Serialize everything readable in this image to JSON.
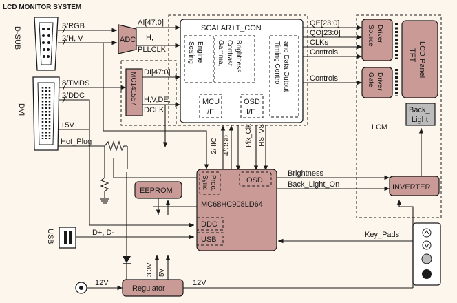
{
  "title": "LCD MONITOR SYSTEM",
  "connectors": {
    "dsub": "D-SUB",
    "dvi": "DVI",
    "usb": "USB"
  },
  "blocks": {
    "adc": "ADC",
    "mc141557": "MC141557",
    "scalar": "SCALAR+T_CON",
    "scaling": [
      "Scaling",
      "Engine"
    ],
    "gamma": [
      "Gamma,",
      "Contrast,",
      "Brightness"
    ],
    "timing": [
      "Timing Control",
      "and Data Output"
    ],
    "mcu_if": [
      "MCU",
      "I/F"
    ],
    "osd_if": [
      "OSD",
      "I/F"
    ],
    "source_driver": [
      "Source",
      "Driver"
    ],
    "gate_driver": [
      "Gate",
      "Driver"
    ],
    "tft": [
      "TFT",
      "LCD Panel"
    ],
    "back_light": [
      "Back_",
      "Light"
    ],
    "lcm": "LCM",
    "mcu": "MC68HC908LD64",
    "sync_proc": [
      "Sync",
      "Proc."
    ],
    "osd": "OSD",
    "ddc": "DDC",
    "usb_block": "USB",
    "eeprom": "EEPROM",
    "inverter": "INVERTER",
    "regulator": "Regulator"
  },
  "signals": {
    "rgb": "3/RGB",
    "hv": "2/H, V",
    "tmds": "8/TMDS",
    "ddc": "2/DDC",
    "plus5v": "+5V",
    "hot_plug": "Hot_Plug",
    "ai": "AI[47:0]",
    "h_pllclk": [
      "H,",
      "PLLCLK"
    ],
    "di": "DI[47:0]",
    "hvde": "H,V,DE,",
    "dclk": "DCLK",
    "qe": "QE[23:0]",
    "qo": "QO[23:0]",
    "clks": "CLKs",
    "controls_top": "Controls",
    "controls_gate": "Controls",
    "iic": "2/ IIC",
    "osd4": "4/OSD",
    "pix_clk": "Pix_Clk",
    "hs_vs": "HS, VS",
    "brightness": "Brightness",
    "back_light_on": "Back_Light_On",
    "usb_dpm": "D+, D-",
    "key_pads": "Key_Pads",
    "v33": "3.3V",
    "v5": "5V",
    "v12_in": "12V",
    "v12_out": "12V"
  }
}
